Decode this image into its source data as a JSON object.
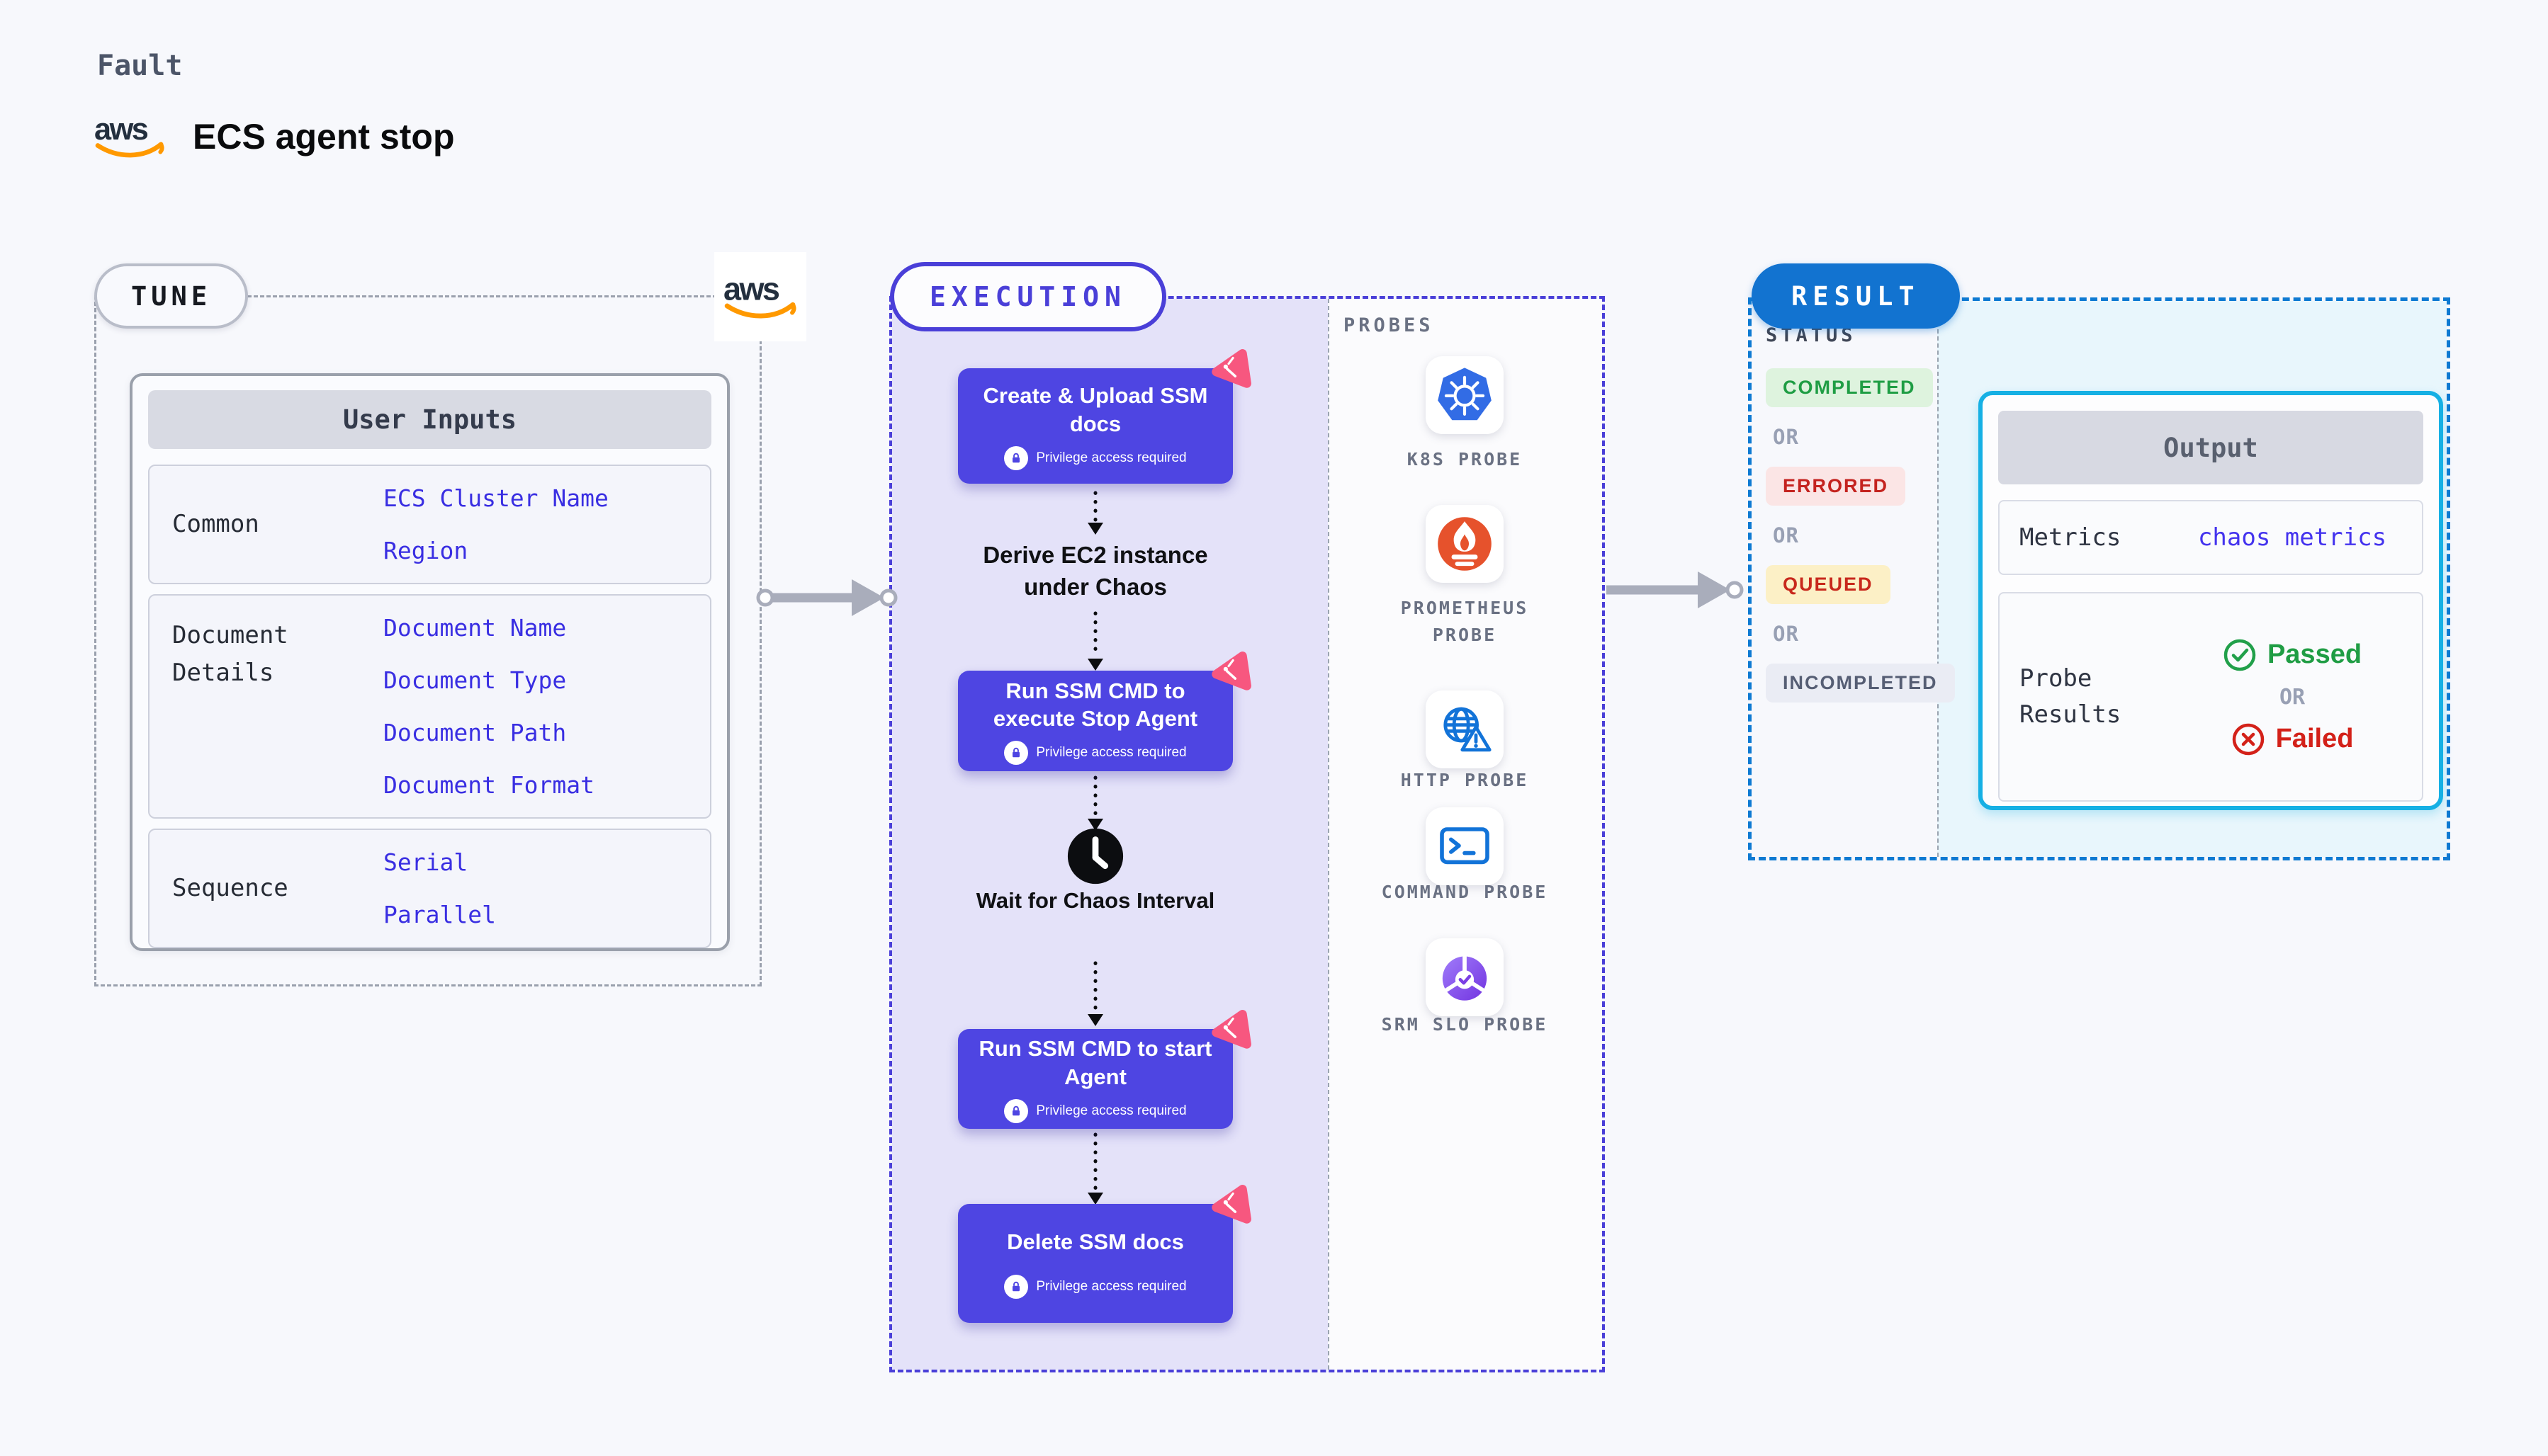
{
  "colors": {
    "page_bg": "#f7f8fc",
    "indigo_accent": "#4a3fd8",
    "step_purple": "#4e45e2",
    "execution_bg": "#e4e2f9",
    "pink_chaos": "#f7577f",
    "result_blue": "#1273d0",
    "output_cyan_border": "#16b0e4",
    "result_bg_cyan": "#e8f6fc",
    "link_blue": "#392ee2",
    "green_passed": "#1f9d44",
    "red_failed": "#d32119",
    "queued_bg": "#fcf0c6",
    "errored_bg": "#fbe5e5",
    "completed_bg": "#def3de",
    "incompleted_bg": "#eaecf4",
    "arrow_gray": "#a9adbb",
    "kubernetes_blue": "#326ce5",
    "prometheus_orange": "#e6522c",
    "aws_navy": "#232f3e",
    "aws_orange": "#ff9900"
  },
  "header": {
    "kicker": "Fault",
    "brand": "aws",
    "title": "ECS agent stop"
  },
  "tune": {
    "label": "TUNE",
    "user_inputs_title": "User Inputs",
    "groups": [
      {
        "label": "Common",
        "items": [
          "ECS Cluster Name",
          "Region"
        ]
      },
      {
        "label": "Document Details",
        "items": [
          "Document Name",
          "Document Type",
          "Document Path",
          "Document Format"
        ]
      },
      {
        "label": "Sequence",
        "items": [
          "Serial",
          "Parallel"
        ]
      }
    ]
  },
  "execution": {
    "label": "EXECUTION",
    "steps": [
      {
        "type": "action",
        "label": "Create & Upload SSM docs",
        "privilege": "Privilege access required"
      },
      {
        "type": "text",
        "label": "Derive EC2 instance under Chaos"
      },
      {
        "type": "action",
        "label": "Run SSM CMD to execute Stop Agent",
        "privilege": "Privilege access required"
      },
      {
        "type": "wait",
        "label": "Wait for Chaos Interval",
        "icon": "clock-icon"
      },
      {
        "type": "action",
        "label": "Run SSM CMD to start Agent",
        "privilege": "Privilege access required"
      },
      {
        "type": "action",
        "label": "Delete SSM docs",
        "privilege": "Privilege access required"
      }
    ]
  },
  "probes": {
    "label": "PROBES",
    "items": [
      {
        "label": "K8S PROBE",
        "icon": "kubernetes-icon"
      },
      {
        "label": "PROMETHEUS PROBE",
        "icon": "prometheus-icon"
      },
      {
        "label": "HTTP PROBE",
        "icon": "http-globe-warning-icon"
      },
      {
        "label": "COMMAND PROBE",
        "icon": "terminal-icon"
      },
      {
        "label": "SRM SLO PROBE",
        "icon": "slo-gauge-icon"
      }
    ]
  },
  "result": {
    "label": "RESULT",
    "status_title": "STATUS",
    "or_label": "OR",
    "statuses": [
      {
        "label": "COMPLETED",
        "fg": "#1f9d44",
        "bg": "#def3de"
      },
      {
        "label": "ERRORED",
        "fg": "#c4231f",
        "bg": "#fbe5e5"
      },
      {
        "label": "QUEUED",
        "fg": "#c8281c",
        "bg": "#fcf0c6"
      },
      {
        "label": "INCOMPLETED",
        "fg": "#565e74",
        "bg": "#eaecf4"
      }
    ],
    "output": {
      "title": "Output",
      "metrics_label": "Metrics",
      "metrics_value": "chaos metrics",
      "probe_results_label": "Probe Results",
      "passed_label": "Passed",
      "failed_label": "Failed"
    }
  }
}
